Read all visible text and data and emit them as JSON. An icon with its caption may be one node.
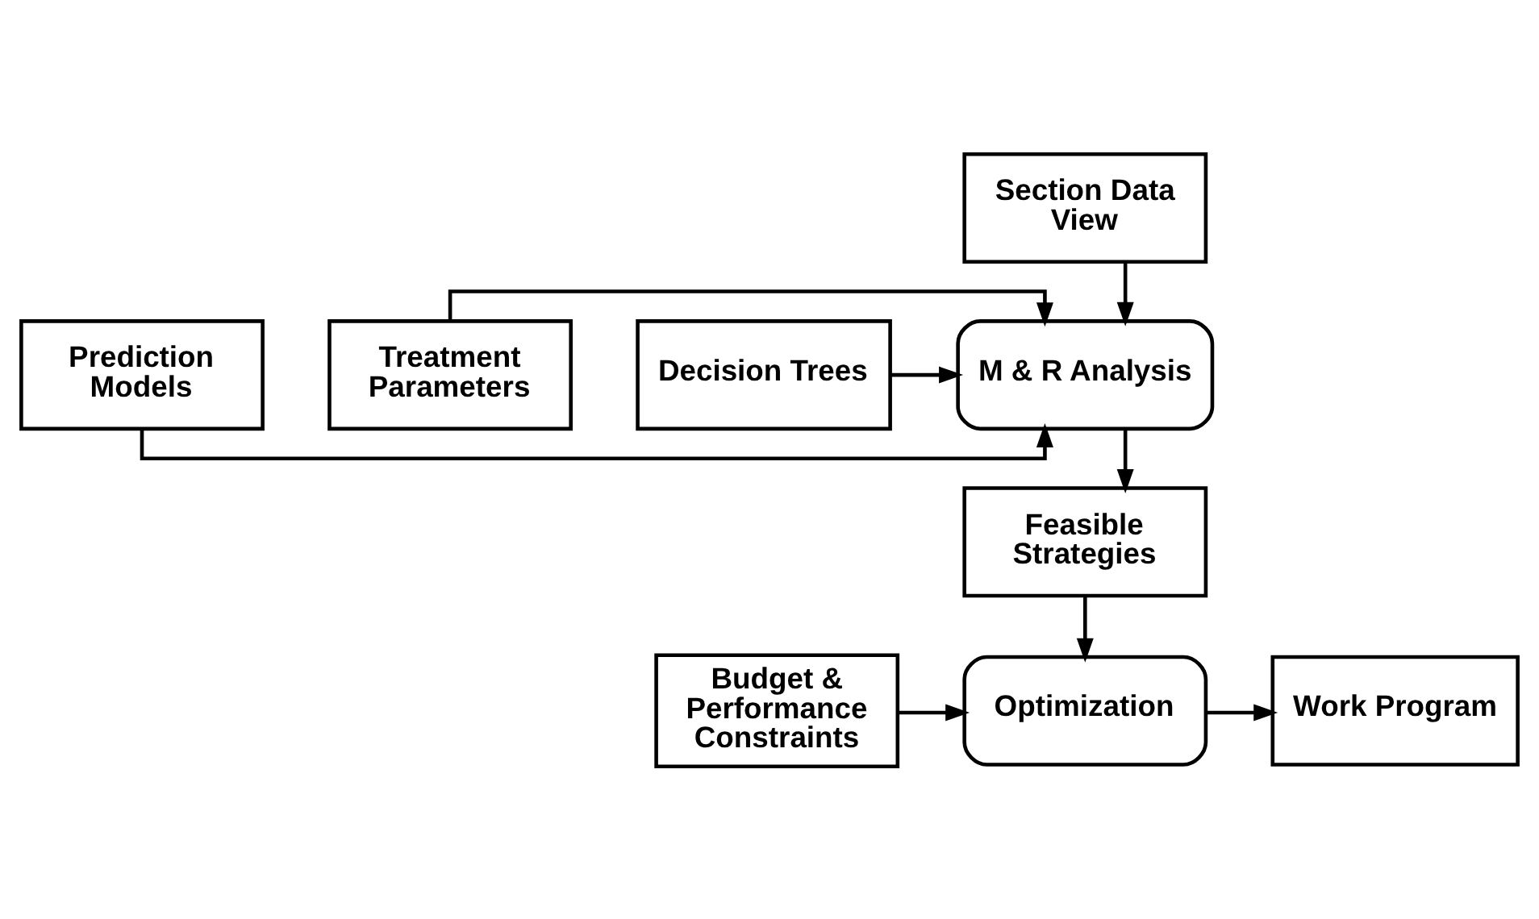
{
  "diagram": {
    "nodes": [
      {
        "text": [
          "Section Data View"
        ]
      },
      {
        "text": [
          "Prediction Models"
        ]
      },
      {
        "text": [
          "M & R Analysis"
        ]
      },
      {
        "text": [
          "Treatment Parameters"
        ]
      },
      {
        "text": [
          "Decision Trees"
        ]
      },
      {
        "text": [
          "Feasible Strategies"
        ]
      },
      {
        "text": [
          "Budget & Performance Constraints"
        ]
      },
      {
        "text": [
          "Optimization"
        ]
      },
      {
        "text": [
          "Work Program"
        ]
      }
    ],
    "edges": [
      {
        "from": 0,
        "to": 2,
        "arrow": "to"
      },
      {
        "from": 1,
        "to": 2,
        "arrow": "to"
      },
      {
        "from": 3,
        "to": 2,
        "arrow": "to"
      },
      {
        "from": 4,
        "to": 2,
        "arrow": "to"
      },
      {
        "from": 2,
        "to": 5,
        "arrow": "to"
      },
      {
        "from": 5,
        "to": 7,
        "arrow": "to"
      },
      {
        "from": 6,
        "to": 7,
        "arrow": "to"
      },
      {
        "from": 7,
        "to": 8,
        "arrow": "to"
      }
    ]
  }
}
